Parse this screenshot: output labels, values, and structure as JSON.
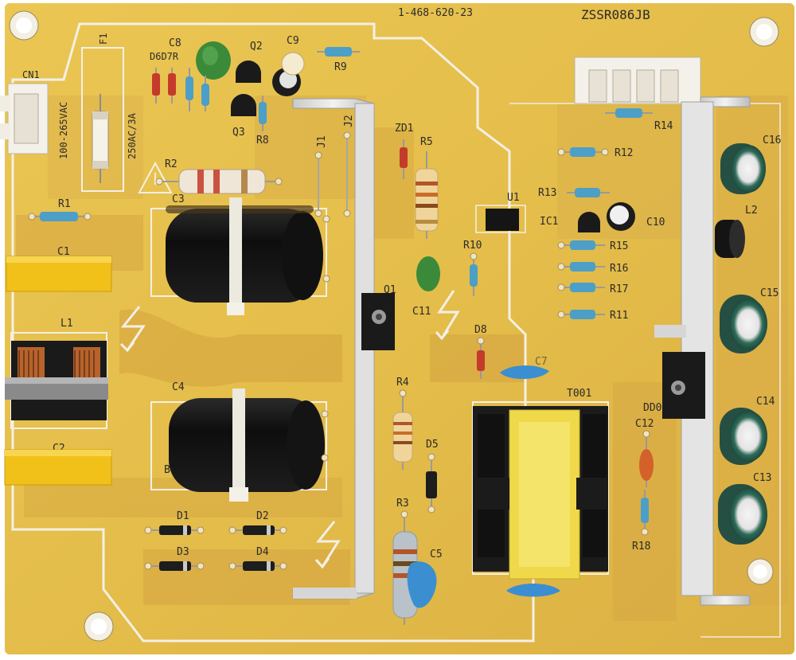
{
  "board": {
    "part_number": "1-468-620-23",
    "model_code": "ZSSR086JB",
    "colors": {
      "pcb": "#e7c14c",
      "pcb_shade": "#d9ab3c",
      "trace": "#ddb24d",
      "silkscreen": "#f4f0e6",
      "text": "#2b2b2b",
      "capacitor_body": "#151515",
      "mylar_cap": "#f2c01a",
      "electrolytic_sleeve": "#2c5f4f"
    },
    "input": {
      "connector_label": "CN1",
      "voltage_label": "100-265VAC"
    },
    "fuse": {
      "ref": "F1",
      "rating": "250AC/3A"
    },
    "labels": {
      "C8": "C8",
      "D6D7R": "D6D7R",
      "Q2": "Q2",
      "C9": "C9",
      "R9": "R9",
      "Q3": "Q3",
      "R8": "R8",
      "J1": "J1",
      "J2": "J2",
      "R2": "R2",
      "C3": "C3",
      "R1": "R1",
      "C1": "C1",
      "L1": "L1",
      "C2": "C2",
      "C4": "C4",
      "D1": "D1",
      "D2": "D2",
      "D3": "D3",
      "D4": "D4",
      "ZD1": "ZD1",
      "R5": "R5",
      "U1": "U1",
      "R10": "R10",
      "C11": "C11",
      "Q1": "Q1",
      "D8": "D8",
      "C7": "C7",
      "R4": "R4",
      "D5": "D5",
      "R3": "R3",
      "C5": "C5",
      "T001": "T001",
      "R14": "R14",
      "R12": "R12",
      "R13": "R13",
      "IC1": "IC1",
      "C10": "C10",
      "R15": "R15",
      "R16": "R16",
      "R17": "R17",
      "R11": "R11",
      "C16": "C16",
      "L2": "L2",
      "C15": "C15",
      "C14": "C14",
      "C13": "C13",
      "DD0": "DD0",
      "C12": "C12",
      "R18": "R18",
      "B": "B"
    }
  }
}
